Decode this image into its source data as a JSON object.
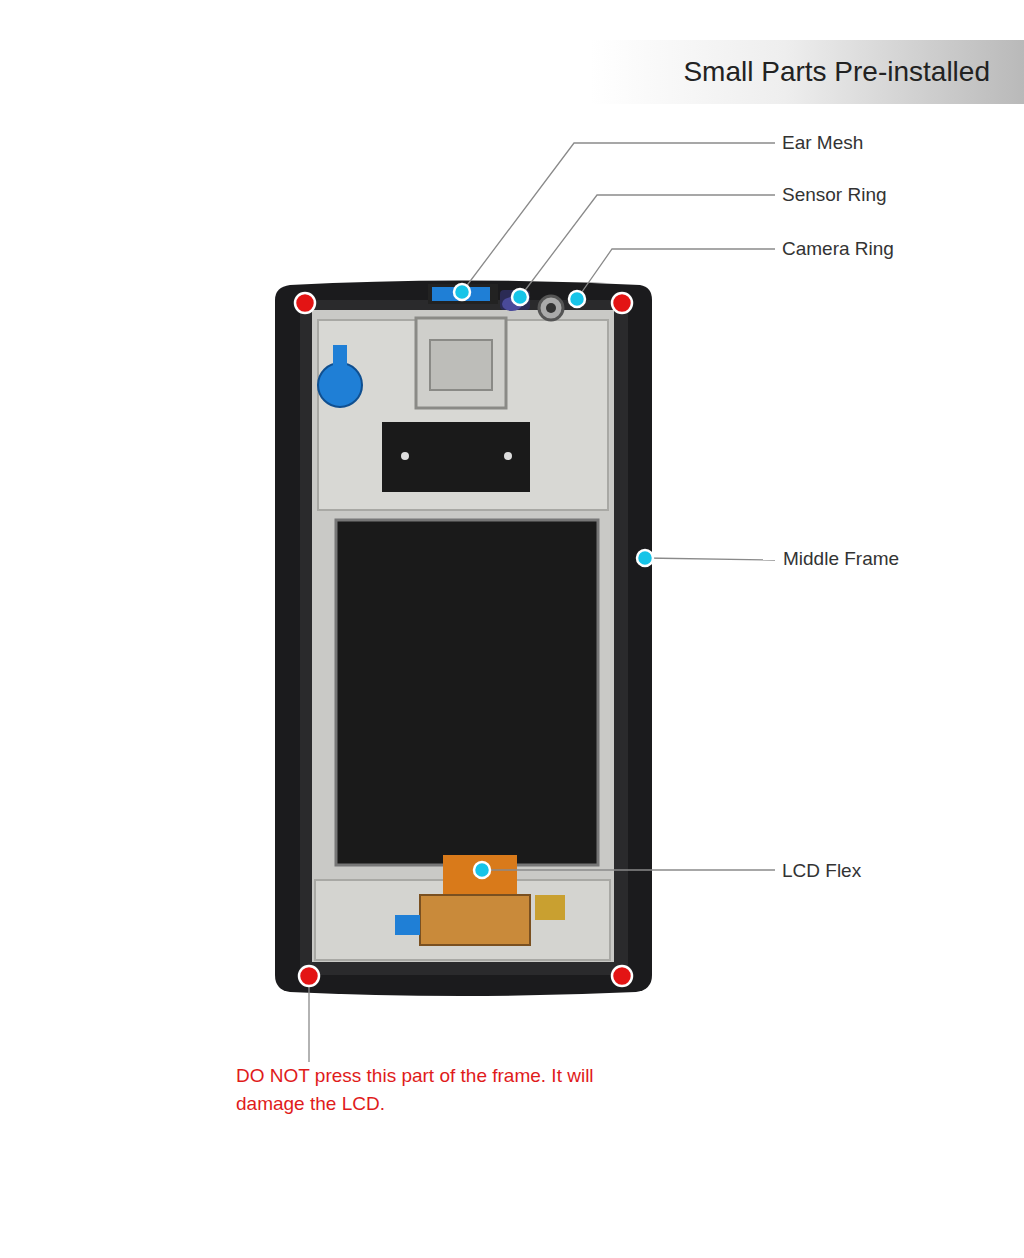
{
  "diagram": {
    "title": "Small Parts Pre-installed",
    "labels": [
      "Ear Mesh",
      "Sensor Ring",
      "Camera Ring",
      "Middle Frame",
      "LCD Flex",
      "DO NOT press this part of the frame. It will damage the LCD."
    ]
  }
}
